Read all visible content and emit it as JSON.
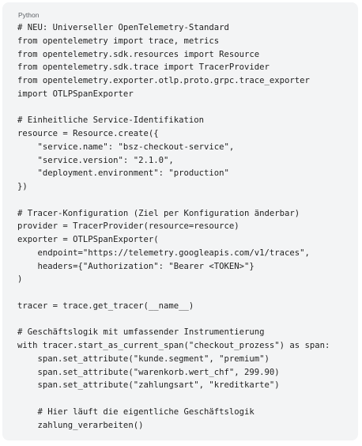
{
  "code_block": {
    "language_label": "Python",
    "lines": [
      "# NEU: Universeller OpenTelemetry-Standard",
      "from opentelemetry import trace, metrics",
      "from opentelemetry.sdk.resources import Resource",
      "from opentelemetry.sdk.trace import TracerProvider",
      "from opentelemetry.exporter.otlp.proto.grpc.trace_exporter",
      "import OTLPSpanExporter",
      "",
      "# Einheitliche Service-Identifikation",
      "resource = Resource.create({",
      "    \"service.name\": \"bsz-checkout-service\",",
      "    \"service.version\": \"2.1.0\",",
      "    \"deployment.environment\": \"production\"",
      "})",
      "",
      "# Tracer-Konfiguration (Ziel per Konfiguration änderbar)",
      "provider = TracerProvider(resource=resource)",
      "exporter = OTLPSpanExporter(",
      "    endpoint=\"https://telemetry.googleapis.com/v1/traces\",",
      "    headers={\"Authorization\": \"Bearer <TOKEN>\"}",
      ")",
      "",
      "tracer = trace.get_tracer(__name__)",
      "",
      "# Geschäftslogik mit umfassender Instrumentierung",
      "with tracer.start_as_current_span(\"checkout_prozess\") as span:",
      "    span.set_attribute(\"kunde.segment\", \"premium\")",
      "    span.set_attribute(\"warenkorb.wert_chf\", 299.90)",
      "    span.set_attribute(\"zahlungsart\", \"kreditkarte\")",
      "",
      "    # Hier läuft die eigentliche Geschäftslogik",
      "    zahlung_verarbeiten()"
    ]
  }
}
